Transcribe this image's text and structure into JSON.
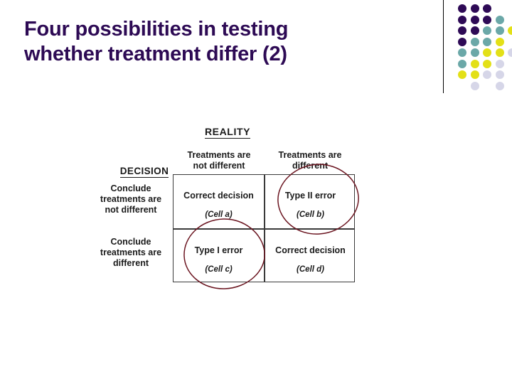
{
  "slide": {
    "background_color": "#ffffff",
    "title_color": "#2d0a54",
    "title_lines": [
      "Four possibilities in testing",
      "whether treatment differ (2)"
    ],
    "title_full": "Four possibilities in testing whether treatment differ (2)"
  },
  "decor": {
    "divider_color": "#000000",
    "palette": {
      "purple": "#2e0a56",
      "teal": "#6ba8a8",
      "yellow": "#e3e017",
      "lavender": "#d6d6e8"
    },
    "dots": [
      {
        "row": 0,
        "col": 0,
        "color": "#2e0a56"
      },
      {
        "row": 0,
        "col": 1,
        "color": "#2e0a56"
      },
      {
        "row": 0,
        "col": 2,
        "color": "#2e0a56"
      },
      {
        "row": 1,
        "col": 0,
        "color": "#2e0a56"
      },
      {
        "row": 1,
        "col": 1,
        "color": "#2e0a56"
      },
      {
        "row": 1,
        "col": 2,
        "color": "#2e0a56"
      },
      {
        "row": 1,
        "col": 3,
        "color": "#6ba8a8"
      },
      {
        "row": 2,
        "col": 0,
        "color": "#2e0a56"
      },
      {
        "row": 2,
        "col": 1,
        "color": "#2e0a56"
      },
      {
        "row": 2,
        "col": 2,
        "color": "#6ba8a8"
      },
      {
        "row": 2,
        "col": 3,
        "color": "#6ba8a8"
      },
      {
        "row": 2,
        "col": 4,
        "color": "#e3e017"
      },
      {
        "row": 3,
        "col": 0,
        "color": "#2e0a56"
      },
      {
        "row": 3,
        "col": 1,
        "color": "#6ba8a8"
      },
      {
        "row": 3,
        "col": 2,
        "color": "#6ba8a8"
      },
      {
        "row": 3,
        "col": 3,
        "color": "#e3e017"
      },
      {
        "row": 4,
        "col": 0,
        "color": "#6ba8a8"
      },
      {
        "row": 4,
        "col": 1,
        "color": "#6ba8a8"
      },
      {
        "row": 4,
        "col": 2,
        "color": "#e3e017"
      },
      {
        "row": 4,
        "col": 3,
        "color": "#e3e017"
      },
      {
        "row": 4,
        "col": 4,
        "color": "#d6d6e8"
      },
      {
        "row": 5,
        "col": 0,
        "color": "#6ba8a8"
      },
      {
        "row": 5,
        "col": 1,
        "color": "#e3e017"
      },
      {
        "row": 5,
        "col": 2,
        "color": "#e3e017"
      },
      {
        "row": 5,
        "col": 3,
        "color": "#d6d6e8"
      },
      {
        "row": 6,
        "col": 0,
        "color": "#e3e017"
      },
      {
        "row": 6,
        "col": 1,
        "color": "#e3e017"
      },
      {
        "row": 6,
        "col": 2,
        "color": "#d6d6e8"
      },
      {
        "row": 6,
        "col": 3,
        "color": "#d6d6e8"
      },
      {
        "row": 7,
        "col": 1,
        "color": "#d6d6e8"
      },
      {
        "row": 7,
        "col": 3,
        "color": "#d6d6e8"
      }
    ]
  },
  "figure": {
    "reality_label": "REALITY",
    "decision_label": "DECISION",
    "column_headers": [
      "Treatments are\nnot different",
      "Treatments are\ndifferent"
    ],
    "column_headers_flat": [
      "Treatments are not different",
      "Treatments are different"
    ],
    "row_headers": [
      "Conclude\ntreatments are\nnot different",
      "Conclude\ntreatments are\ndifferent"
    ],
    "row_headers_flat": [
      "Conclude treatments are not different",
      "Conclude treatments are different"
    ],
    "cells": [
      {
        "id": "a",
        "title": "Correct decision",
        "ref": "(Cell a)",
        "circled": false
      },
      {
        "id": "b",
        "title": "Type II error",
        "ref": "(Cell b)",
        "circled": true
      },
      {
        "id": "c",
        "title": "Type I error",
        "ref": "(Cell c)",
        "circled": true
      },
      {
        "id": "d",
        "title": "Correct decision",
        "ref": "(Cell d)",
        "circled": false
      }
    ],
    "annotation_color": "#6b1520",
    "grid_color": "#3a3a3a",
    "text_color": "#1a1a1a"
  }
}
